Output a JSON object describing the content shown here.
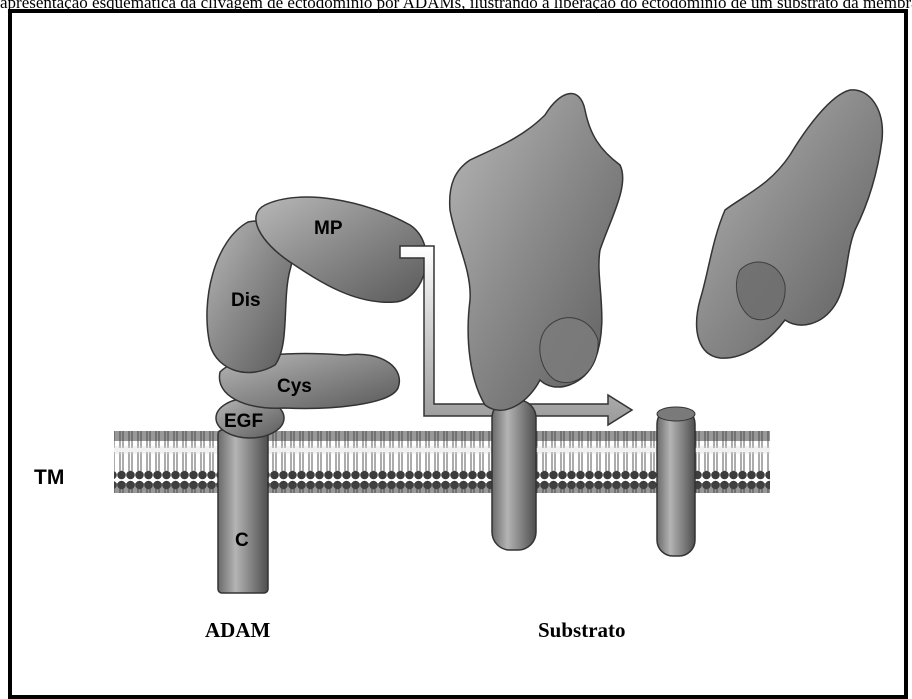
{
  "caption_top": "apresentação esquemática da clivagem de ectodomínio por ADAMs, ilustrando a liberação do ectodomínio de um substrato da membrana plasmática. Figura",
  "labels": {
    "mp": "MP",
    "dis": "Dis",
    "cys": "Cys",
    "egf": "EGF",
    "tm": "TM",
    "c": "C",
    "adam": "ADAM",
    "substrato": "Substrato"
  }
}
